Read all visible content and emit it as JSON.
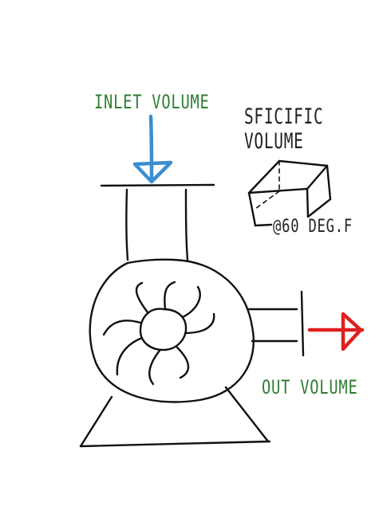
{
  "labels": {
    "inlet": "INLET VOLUME",
    "specific_line1": "SFICIFIC",
    "specific_line2": "VOLUME",
    "condition": "@60 DEG.F",
    "outlet": "OUT VOLUME"
  },
  "colors": {
    "inlet_arrow": "#3b8ed0",
    "outlet_arrow": "#e02020",
    "green_text": "#2e7d32",
    "ink": "#111111"
  }
}
